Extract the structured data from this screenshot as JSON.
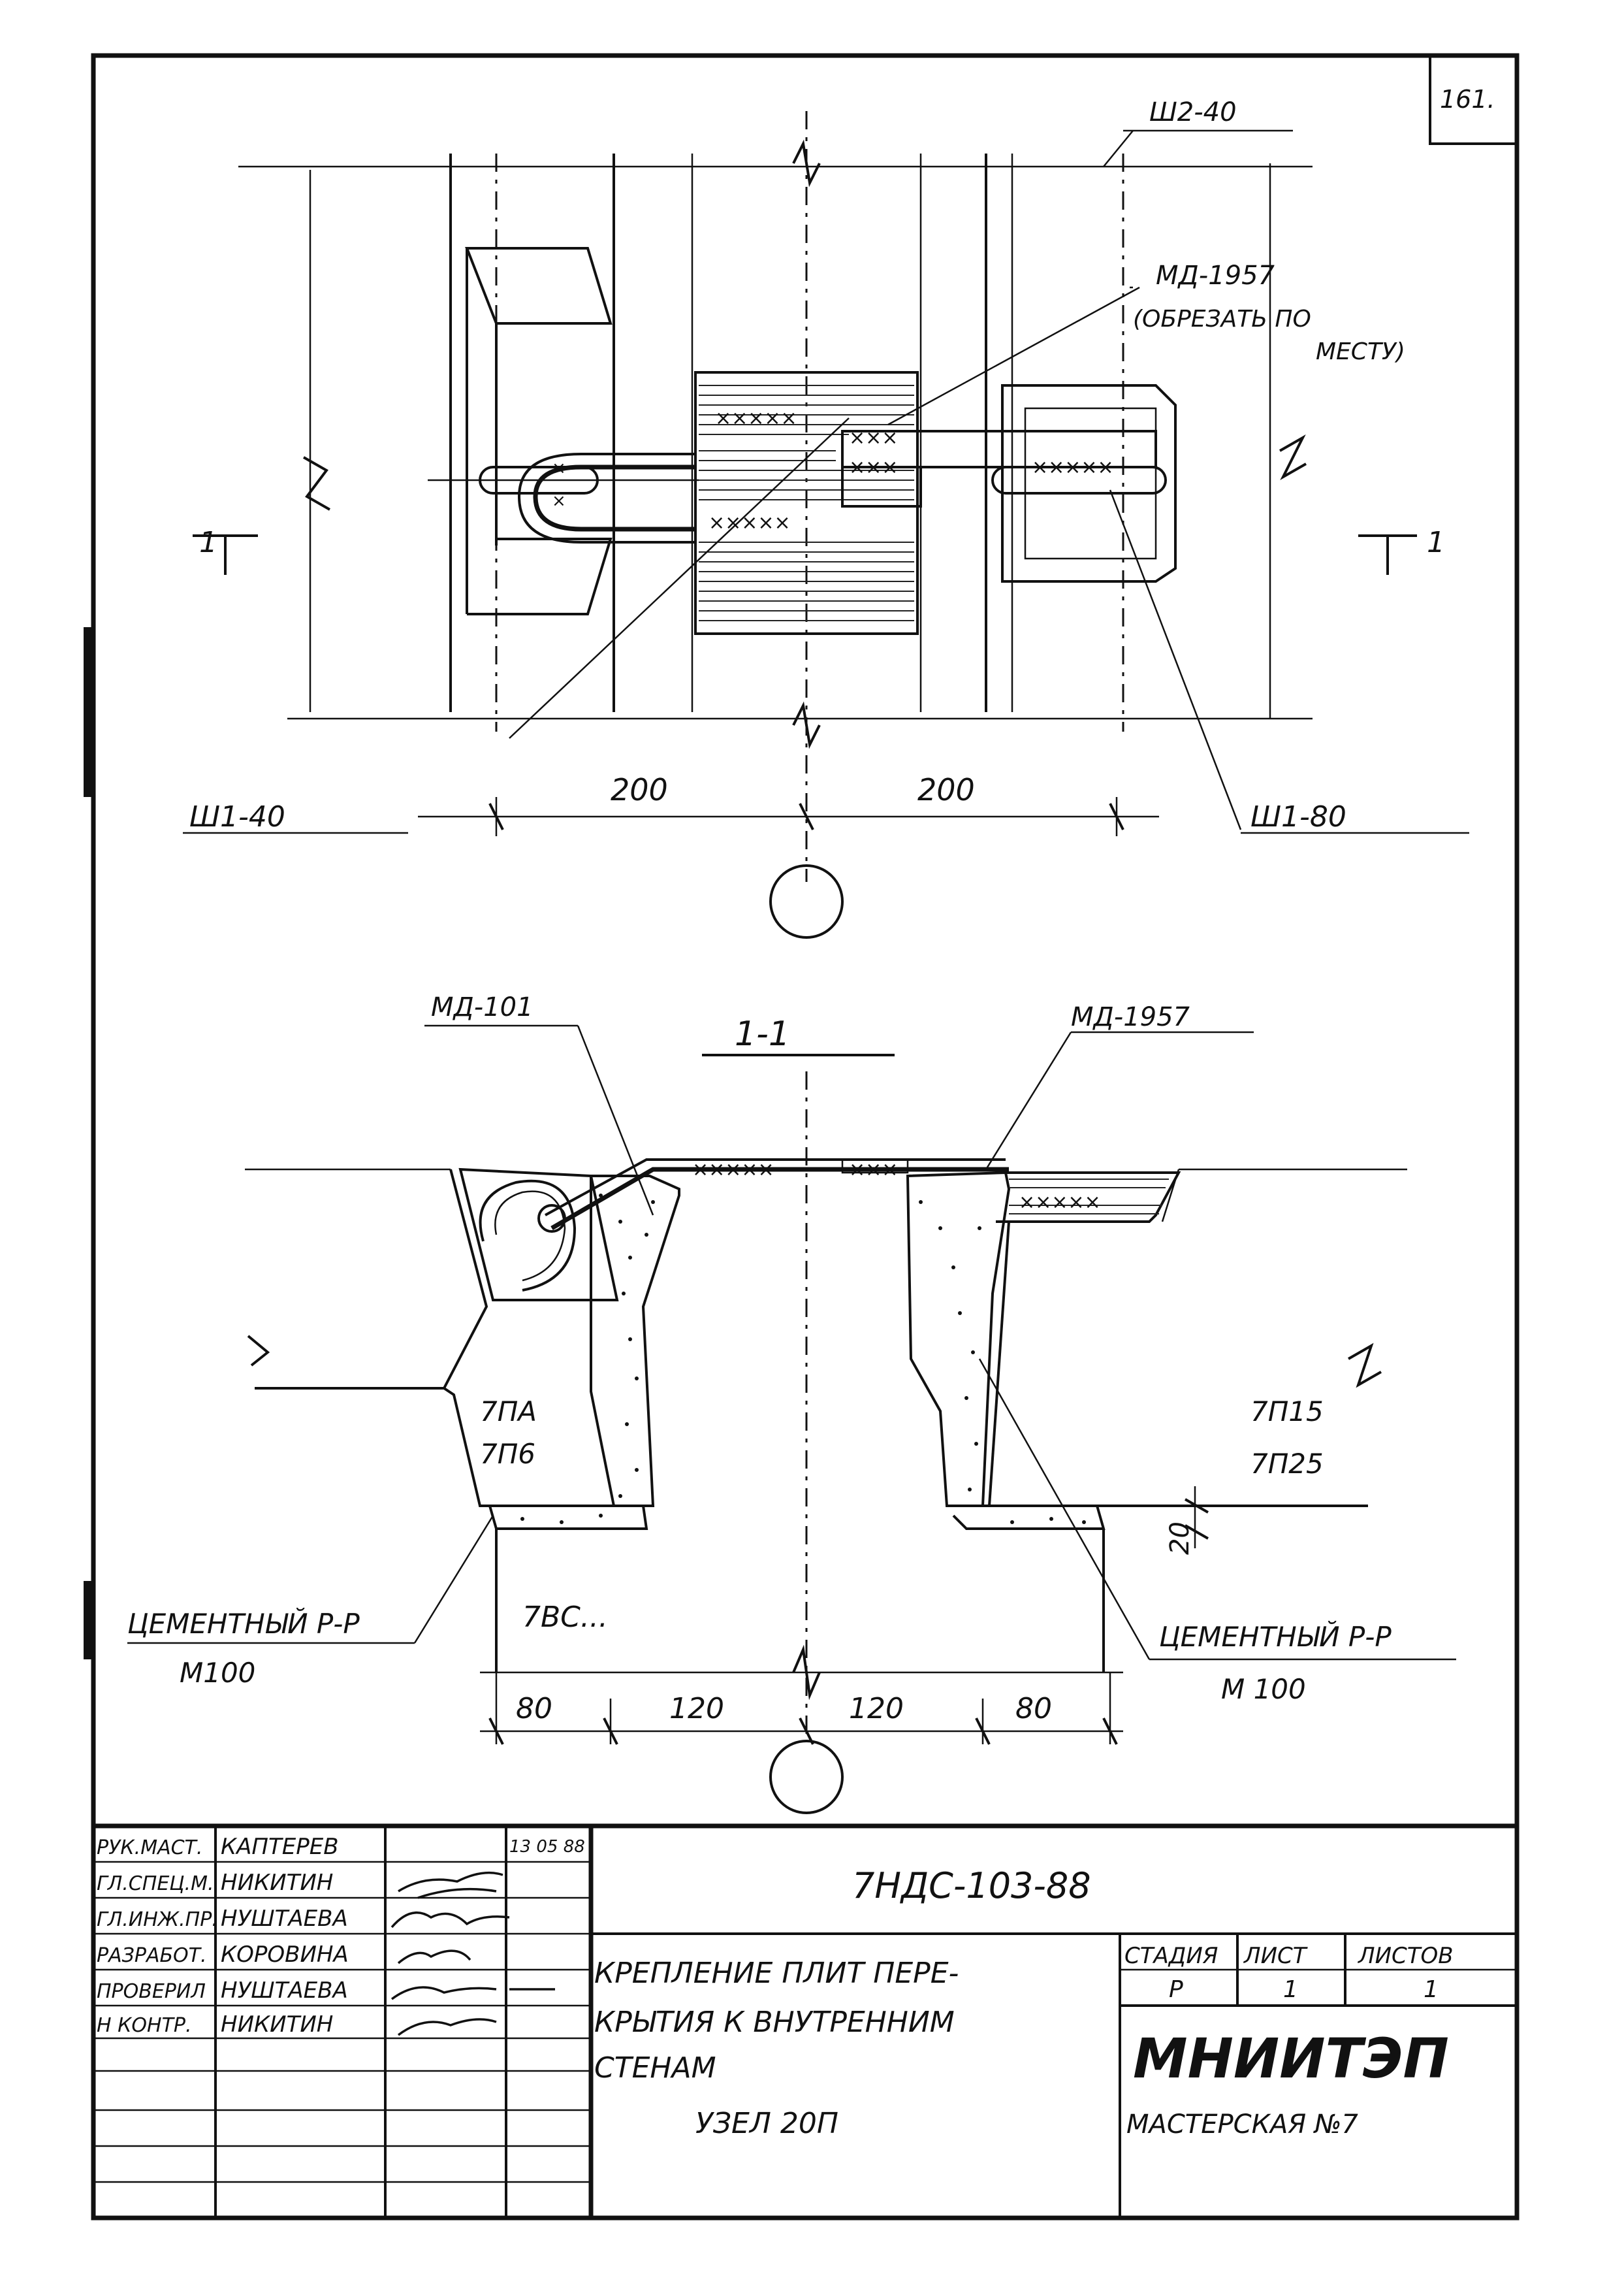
{
  "sheet_number": "161.",
  "plan": {
    "callout_top": "Ш2-40",
    "callout_md": "МД-1957",
    "callout_md_note_1": "(ОБРЕЗАТЬ ПО",
    "callout_md_note_2": "МЕСТУ)",
    "section_left": "1",
    "section_right": "1",
    "dim_left": "200",
    "dim_right": "200",
    "callout_bottom_left": "Ш1-40",
    "callout_bottom_right": "Ш1-80"
  },
  "section": {
    "title": "1-1",
    "callout_md101": "МД-101",
    "callout_md1957": "МД-1957",
    "panel_left_1": "7ПА",
    "panel_left_2": "7П6",
    "panel_right_1": "7П15",
    "panel_right_2": "7П25",
    "wall": "7ВС...",
    "mortar_left_1": "ЦЕМЕНТНЫЙ Р-Р",
    "mortar_left_2": "М100",
    "mortar_right_1": "ЦЕМЕНТНЫЙ Р-Р",
    "mortar_right_2": "М 100",
    "dim_gap": "20",
    "dims": [
      "80",
      "120",
      "120",
      "80"
    ]
  },
  "title_block": {
    "roles": [
      {
        "role": "РУК.МАСТ.",
        "name": "КАПТЕРЕВ",
        "date": "13 05 88"
      },
      {
        "role": "ГЛ.СПЕЦ.М.",
        "name": "НИКИТИН",
        "date": ""
      },
      {
        "role": "ГЛ.ИНЖ.ПР.",
        "name": "НУШТАЕВА",
        "date": ""
      },
      {
        "role": "РАЗРАБОТ.",
        "name": "КОРОВИНА",
        "date": ""
      },
      {
        "role": "ПРОВЕРИЛ",
        "name": "НУШТАЕВА",
        "date": ""
      },
      {
        "role": "Н КОНТР.",
        "name": "НИКИТИН",
        "date": ""
      }
    ],
    "doc_code": "7НДС-103-88",
    "title_line1": "КРЕПЛЕНИЕ ПЛИТ ПЕРЕ-",
    "title_line2": "КРЫТИЯ К ВНУТРЕННИМ",
    "title_line3": "СТЕНАМ",
    "title_line4": "УЗЕЛ 20П",
    "stage_header": "СТАДИЯ",
    "sheet_header": "ЛИСТ",
    "sheets_header": "ЛИСТОВ",
    "stage_value": "Р",
    "sheet_value": "1",
    "sheets_value": "1",
    "org": "МНИИТЭП",
    "workshop": "МАСТЕРСКАЯ №7"
  }
}
